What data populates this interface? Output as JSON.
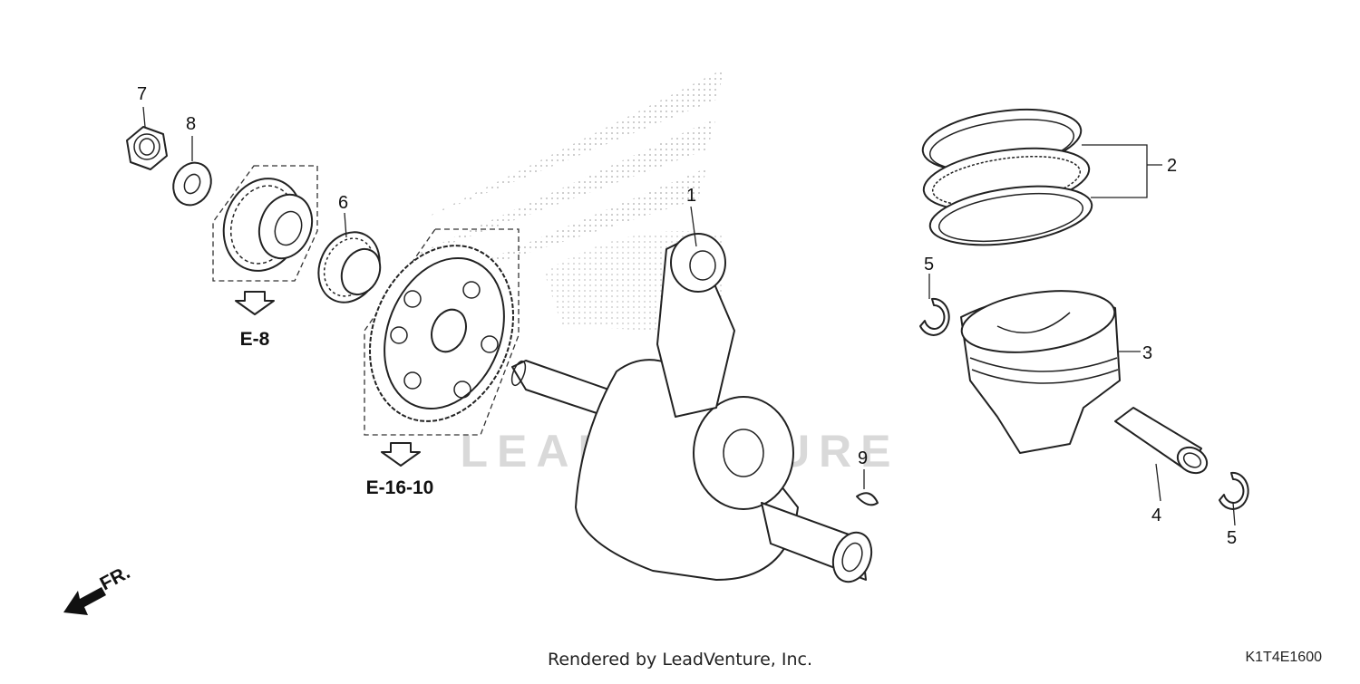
{
  "watermark": {
    "text": "LEADVENTURE"
  },
  "callouts": [
    {
      "id": "1",
      "label": "1"
    },
    {
      "id": "2",
      "label": "2"
    },
    {
      "id": "3",
      "label": "3"
    },
    {
      "id": "4",
      "label": "4"
    },
    {
      "id": "5a",
      "label": "5"
    },
    {
      "id": "5b",
      "label": "5"
    },
    {
      "id": "6",
      "label": "6"
    },
    {
      "id": "7",
      "label": "7"
    },
    {
      "id": "8",
      "label": "8"
    },
    {
      "id": "9",
      "label": "9"
    }
  ],
  "references": [
    {
      "id": "e8",
      "label": "E-8"
    },
    {
      "id": "e1610",
      "label": "E-16-10"
    }
  ],
  "direction": {
    "label": "FR."
  },
  "footer": {
    "rendered_by": "Rendered by LeadVenture, Inc.",
    "diagram_code": "K1T4E1600"
  }
}
